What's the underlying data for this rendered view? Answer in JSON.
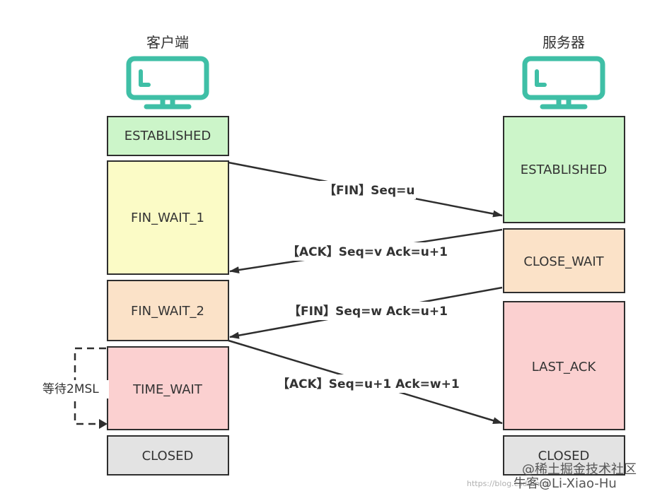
{
  "client": {
    "title": "客户端",
    "states": [
      {
        "label": "ESTABLISHED",
        "color": "#ccf5c9"
      },
      {
        "label": "FIN_WAIT_1",
        "color": "#fbfbc6"
      },
      {
        "label": "FIN_WAIT_2",
        "color": "#fbe2c8"
      },
      {
        "label": "TIME_WAIT",
        "color": "#fbd0d0"
      },
      {
        "label": "CLOSED",
        "color": "#e3e3e3"
      }
    ]
  },
  "server": {
    "title": "服务器",
    "states": [
      {
        "label": "ESTABLISHED",
        "color": "#ccf5c9"
      },
      {
        "label": "CLOSE_WAIT",
        "color": "#fbe2c8"
      },
      {
        "label": "LAST_ACK",
        "color": "#fbd0d0"
      },
      {
        "label": "CLOSED",
        "color": "#e3e3e3"
      }
    ]
  },
  "messages": [
    {
      "label": "【FIN】Seq=u"
    },
    {
      "label": "【ACK】Seq=v Ack=u+1"
    },
    {
      "label": "【FIN】Seq=w Ack=u+1"
    },
    {
      "label": "【ACK】Seq=u+1 Ack=w+1"
    }
  ],
  "wait_label": "等待2MSL",
  "watermark": {
    "main": "@稀土掘金技术社区",
    "second": "牛客@Li-Xiao-Hu",
    "url": "https://blog.csdn.net/"
  },
  "colors": {
    "monitor": "#3fbfa6",
    "border": "#2e2e2e",
    "arrow": "#2e2e2e"
  }
}
